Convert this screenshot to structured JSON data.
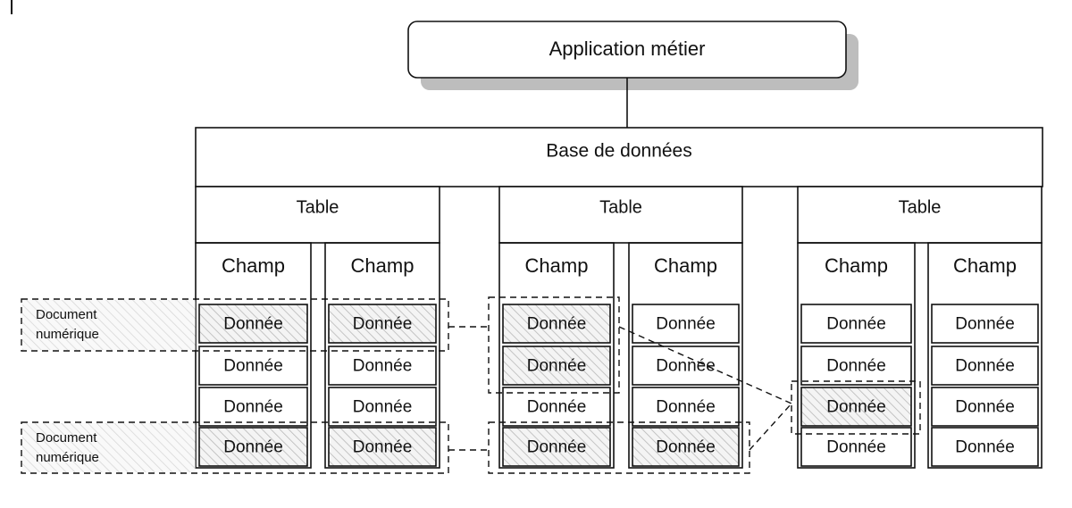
{
  "app": {
    "label": "Application métier"
  },
  "database": {
    "label": "Base de données"
  },
  "tables": [
    {
      "title": "Table",
      "fields": [
        {
          "name": "Champ",
          "values": [
            "Donnée",
            "Donnée",
            "Donnée",
            "Donnée"
          ]
        },
        {
          "name": "Champ",
          "values": [
            "Donnée",
            "Donnée",
            "Donnée",
            "Donnée"
          ]
        }
      ]
    },
    {
      "title": "Table",
      "fields": [
        {
          "name": "Champ",
          "values": [
            "Donnée",
            "Donnée",
            "Donnée",
            "Donnée"
          ]
        },
        {
          "name": "Champ",
          "values": [
            "Donnée",
            "Donnée",
            "Donnée",
            "Donnée"
          ]
        }
      ]
    },
    {
      "title": "Table",
      "fields": [
        {
          "name": "Champ",
          "values": [
            "Donnée",
            "Donnée",
            "Donnée",
            "Donnée"
          ]
        },
        {
          "name": "Champ",
          "values": [
            "Donnée",
            "Donnée",
            "Donnée",
            "Donnée"
          ]
        }
      ]
    }
  ],
  "documents": [
    {
      "label_line1": "Document",
      "label_line2": "numérique"
    },
    {
      "label_line1": "Document",
      "label_line2": "numérique"
    }
  ],
  "colors": {
    "line": "#111111",
    "shadow": "#bdbdbd",
    "hatch": "#b8b8b8",
    "hatch_bg": "#f4f4f4"
  }
}
